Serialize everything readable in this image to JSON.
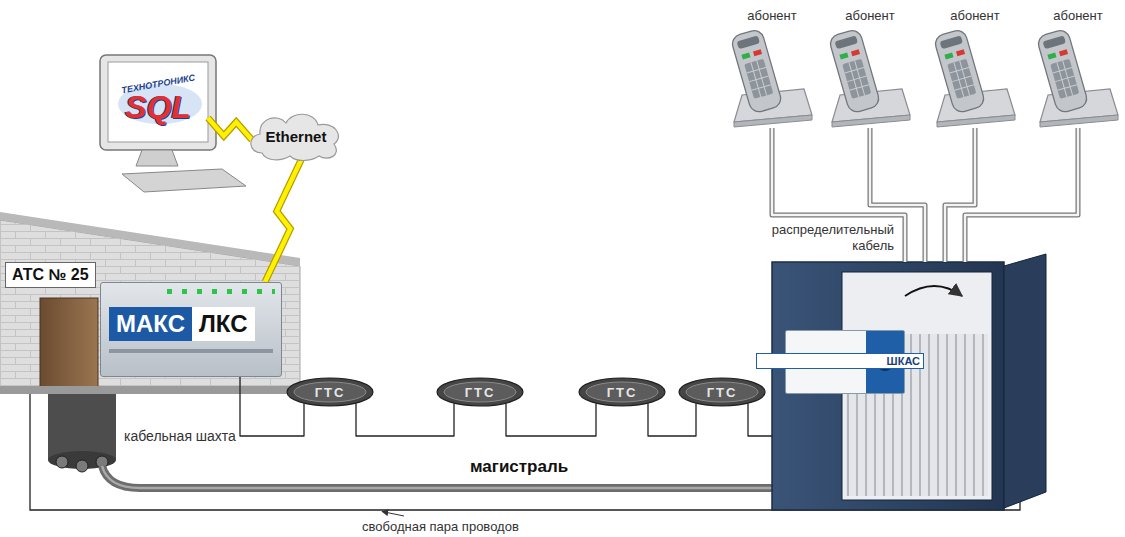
{
  "diagram": {
    "nodes": [
      {
        "text": [
          "ТЕХНОТРОНИКС",
          "SQL"
        ]
      },
      {
        "text": [
          "Ethernet"
        ]
      },
      {
        "text": [
          "абонент"
        ]
      },
      {
        "text": [
          "абонент"
        ]
      },
      {
        "text": [
          "абонент"
        ]
      },
      {
        "text": [
          "абонент"
        ]
      },
      {
        "text": [
          "распределительный кабель"
        ]
      },
      {
        "text": [
          "ШКАС"
        ],
        "in": 6
      },
      {
        "text": [
          "МАКС",
          "ЛКС"
        ]
      },
      {
        "text": [
          "ГТС"
        ]
      },
      {
        "text": [
          "ГТС"
        ]
      },
      {
        "text": [
          "ГТС"
        ]
      },
      {
        "text": [
          "ГТС"
        ]
      }
    ],
    "edges": [
      {
        "from": 0,
        "to": 1,
        "arrow": "none"
      },
      {
        "from": 1,
        "to": 8,
        "arrow": "none"
      },
      {
        "from": 2,
        "to": 6,
        "arrow": "none"
      },
      {
        "from": 3,
        "to": 6,
        "arrow": "none"
      },
      {
        "from": 4,
        "to": 6,
        "arrow": "none"
      },
      {
        "from": 5,
        "to": 6,
        "arrow": "none"
      },
      {
        "from": 8,
        "to": 9,
        "arrow": "none"
      },
      {
        "from": 9,
        "to": 10,
        "arrow": "none"
      },
      {
        "from": 10,
        "to": 11,
        "arrow": "none"
      },
      {
        "from": 11,
        "to": 12,
        "arrow": "none"
      },
      {
        "from": 12,
        "to": 6,
        "arrow": "none"
      }
    ],
    "labels": [
      "АТС № 25",
      "кабельная шахта",
      "магистраль",
      "свободная пара проводов"
    ]
  }
}
